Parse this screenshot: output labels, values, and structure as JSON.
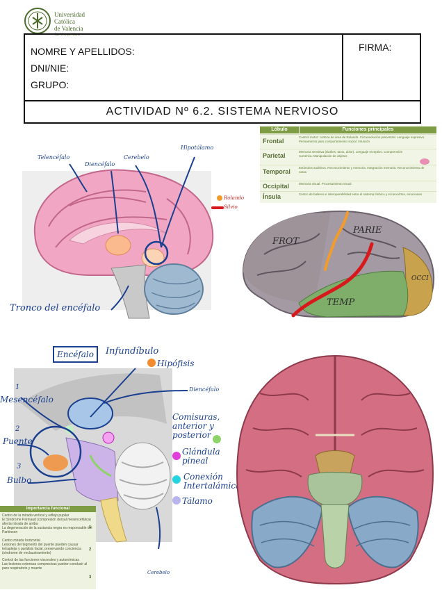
{
  "header": {
    "university": [
      "Universidad",
      "Católica",
      "de Valencia"
    ],
    "university_sub": "San Vicente Mártir",
    "fields": [
      "NOMRE Y APELLIDOS:",
      "DNI/NIE:",
      "GRUPO:"
    ],
    "signature_label": "FIRMA:",
    "activity_title": "ACTIVIDAD Nº 6.2. SISTEMA NERVIOSO"
  },
  "lobes_table": {
    "col_lobe": "Lóbulo",
    "col_functions": "Funciones principales",
    "rows": [
      {
        "name": "Frontal",
        "desc": "Control motor: corteza de área de Rolando. Circunvolución precentral. Lenguaje expresivo. Pensamiento para comportamiento social. Intuición"
      },
      {
        "name": "Parietal",
        "desc": "Memoria sensitiva (táctiles, tacto, dolor). Lenguaje receptivo. Comprensión numérica. Manipulación de objetos"
      },
      {
        "name": "Temporal",
        "desc": "Estímulos auditivos. Reconocimiento y memoria. Integración memoria. Reconocimiento de caras"
      },
      {
        "name": "Occipital",
        "desc": "Memoria visual. Procesamiento visual"
      },
      {
        "name": "Ínsula",
        "desc": "Centro de balance e interoperabilidad entre el sistema límbico y el neocórtex, emociones"
      }
    ]
  },
  "figure1_labels": {
    "telencefalo": "Telencéfalo",
    "diencefalo": "Diencéfalo",
    "cerebelo": "Cerebelo",
    "hipotalamo": "Hipotálamo",
    "tronco": "Tronco del encéfalo",
    "rolando": "Rolando",
    "silvio": "Silvio"
  },
  "figure2_labels": {
    "frontal": "FROT",
    "parietal": "PARIE",
    "temporal": "TEMP",
    "occipital": "OCCI"
  },
  "figure3_labels": {
    "encefalo": "Encéfalo",
    "infundibulo": "Infundíbulo",
    "hipofisis": "Hipófisis",
    "diencefalo": "Diencéfalo",
    "num1": "1",
    "mesencefalo": "Mesencéfalo",
    "num2": "2",
    "puente": "Puente",
    "num3": "3",
    "bulbo": "Bulbo",
    "comisuras": [
      "Comisuras,",
      "anterior y",
      "posterior"
    ],
    "glandula": [
      "Glándula",
      "pineal"
    ],
    "conexion": [
      "Conexión",
      "Intertalámica"
    ],
    "talamo": "Tálamo",
    "cerebelo": "Cerebelo"
  },
  "function_panel": {
    "title": "Importancia funcional",
    "items": [
      "Centro de la mirada vertical y reflejo pupilar",
      "El Síndrome Parinaud (compresión dorsal mesencefálica) afecta mirada de arriba",
      "La degeneración de la sustancia negra es responsable del Parkinson",
      "Centro mirada horizontal",
      "Lesiones del tegmento del puente pueden causar tetraplejia y parálisis facial, preservando conciencia (síndrome de enclaustramiento)",
      "Control de las funciones viscerales y autonómicas",
      "Las lesiones extensas compresivas pueden conducir al paro respiratorio y muerte"
    ]
  },
  "colors": {
    "rolando": "#f39c2b",
    "silvio": "#d7191c",
    "hipofisis": "#f28a2e",
    "comisuras": "#8ed36a",
    "glandula": "#e040d9",
    "conexion": "#27d3de",
    "talamo": "#b8b4ee",
    "annotation": "#1a3f8f"
  }
}
